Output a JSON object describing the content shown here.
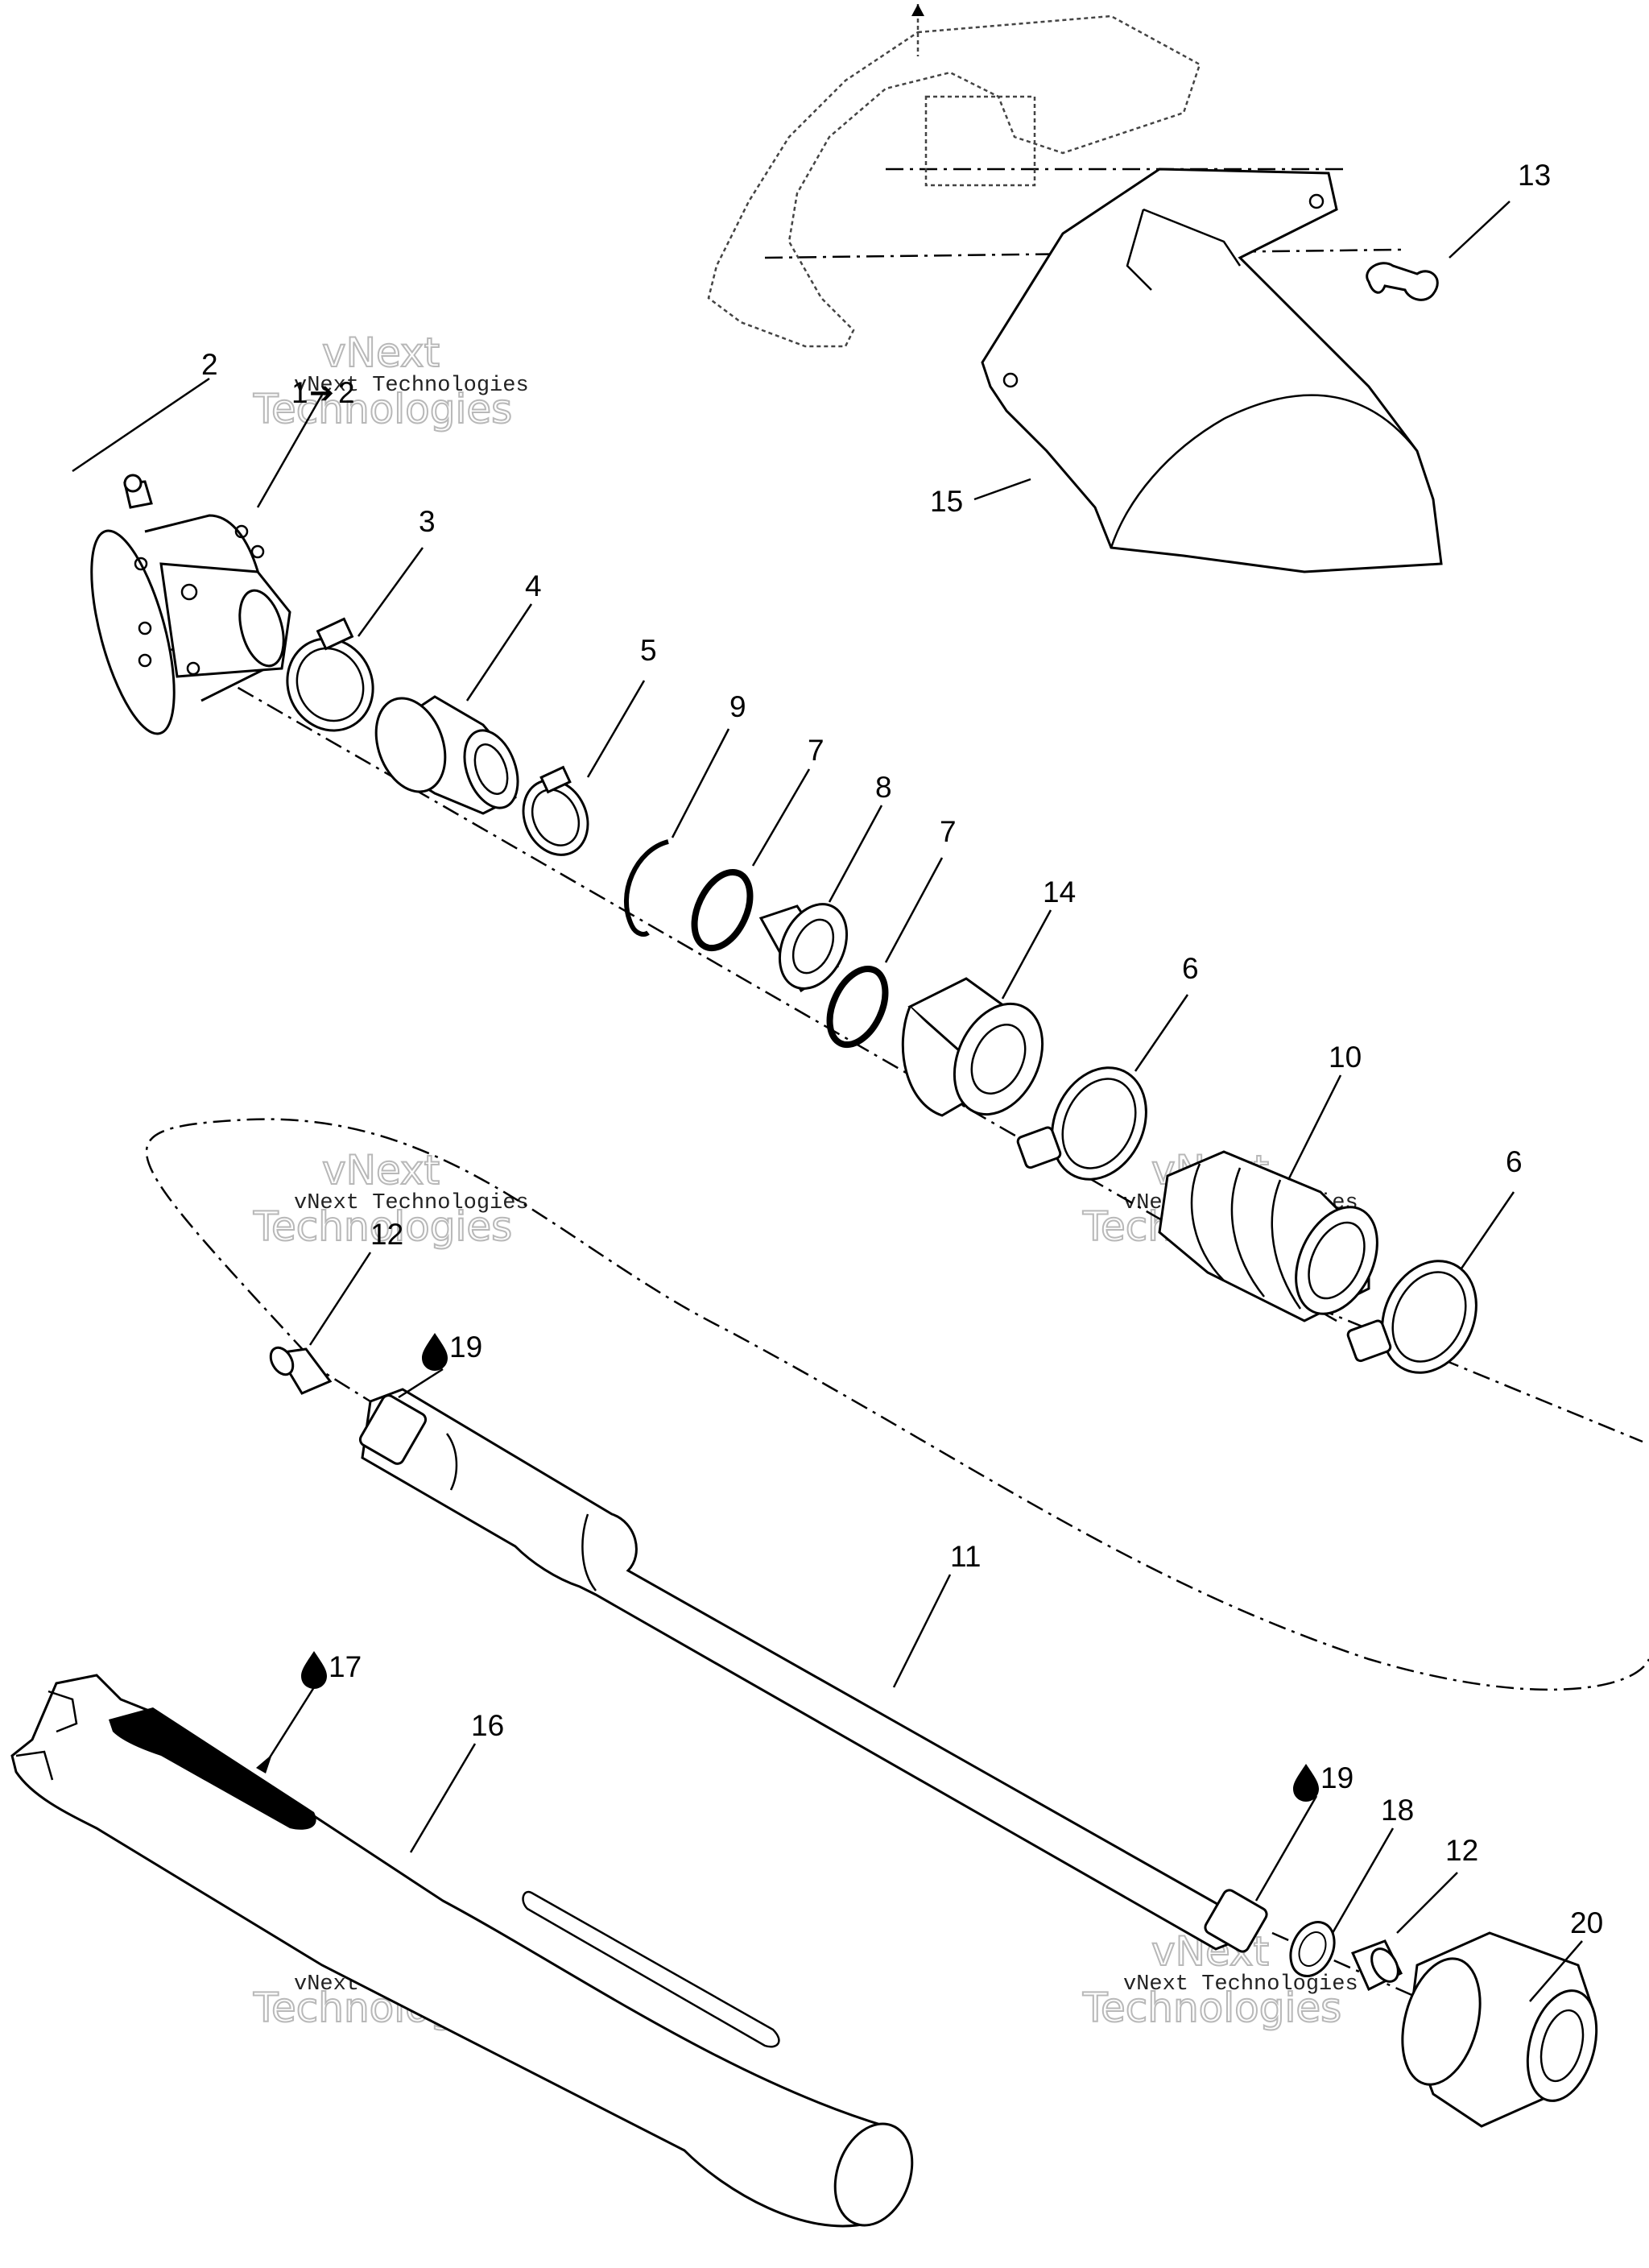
{
  "callouts": {
    "c1": "1",
    "c1_arrow": "➔",
    "c2a": "2",
    "c2b": "2",
    "c3": "3",
    "c4": "4",
    "c5": "5",
    "c6a": "6",
    "c6b": "6",
    "c7a": "7",
    "c7b": "7",
    "c8": "8",
    "c9": "9",
    "c10": "10",
    "c11": "11",
    "c12a": "12",
    "c12b": "12",
    "c13": "13",
    "c14": "14",
    "c15": "15",
    "c16": "16",
    "c17": "17",
    "c18": "18",
    "c19a": "19",
    "c19b": "19",
    "c20": "20"
  },
  "watermark": {
    "line1": "vNext Technologies",
    "big_top": "vNext",
    "big_bottom": "Technologies"
  },
  "icons": {
    "lubricant": "drop-icon"
  }
}
